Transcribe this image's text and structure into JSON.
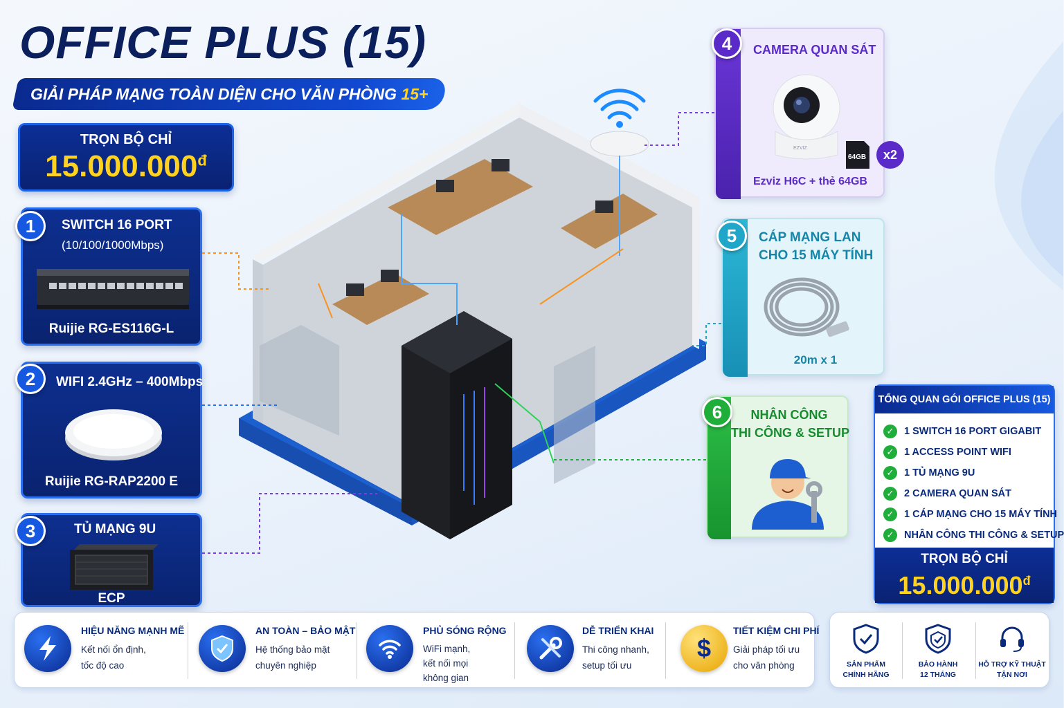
{
  "header": {
    "title": "OFFICE PLUS (15)",
    "subtitle_main": "GIẢI PHÁP MẠNG TOÀN DIỆN CHO VĂN PHÒNG ",
    "subtitle_highlight": "15+"
  },
  "price_box": {
    "label": "TRỌN BỘ CHỈ",
    "price": "15.000.000",
    "currency": "đ"
  },
  "items": [
    {
      "num": "1",
      "title": "SWITCH 16 PORT",
      "subtitle": "(10/100/1000Mbps)",
      "name": "Ruijie RG-ES116G-L"
    },
    {
      "num": "2",
      "title": "WIFI 2.4GHz – 400Mbps",
      "name": "Ruijie RG-RAP2200 E"
    },
    {
      "num": "3",
      "title": "TỦ MẠNG 9U",
      "name": "ECP"
    },
    {
      "num": "4",
      "title": "CAMERA QUAN SÁT",
      "name": "Ezviz H6C + thẻ 64GB",
      "sd_label": "64GB",
      "qty": "x2",
      "brand": "EZVIZ"
    },
    {
      "num": "5",
      "title_line1": "CÁP MẠNG LAN",
      "title_line2": "CHO 15 MÁY TÍNH",
      "name": "20m x 1"
    },
    {
      "num": "6",
      "title_line1": "NHÂN CÔNG",
      "title_line2": "THI CÔNG & SETUP"
    }
  ],
  "summary": {
    "title": "TỔNG QUAN GÓI OFFICE PLUS (15)",
    "list": [
      "1 SWITCH 16 PORT GIGABIT",
      "1 ACCESS POINT WIFI",
      "1 TỦ MẠNG 9U",
      "2 CAMERA QUAN SÁT",
      "1 CÁP MẠNG CHO 15 MÁY TÍNH",
      "NHÂN CÔNG THI CÔNG & SETUP"
    ],
    "price_label": "TRỌN BỘ CHỈ",
    "price": "15.000.000",
    "currency": "đ"
  },
  "benefits": [
    {
      "icon": "lightning-icon",
      "title": "HIỆU NĂNG MẠNH MẼ",
      "desc": "Kết nối ổn định,\ntốc độ cao"
    },
    {
      "icon": "shield-icon",
      "title": "AN TOÀN – BẢO MẬT",
      "desc": "Hệ thống bảo mật\nchuyên nghiệp"
    },
    {
      "icon": "wifi-icon",
      "title": "PHỦ SÓNG RỘNG",
      "desc": "WiFi mạnh,\nkết nối mọi\nkhông gian"
    },
    {
      "icon": "tools-icon",
      "title": "DỄ TRIỂN KHAI",
      "desc": "Thi công nhanh,\nsetup tối ưu"
    },
    {
      "icon": "dollar-icon",
      "title": "TIẾT KIỆM CHI PHÍ",
      "desc": "Giải pháp tối ưu\ncho văn phòng"
    }
  ],
  "assurances": [
    {
      "icon": "shield-check-icon",
      "label": "SẢN PHẨM\nCHÍNH HÃNG"
    },
    {
      "icon": "warranty-shield-icon",
      "label": "BẢO HÀNH\n12 THÁNG"
    },
    {
      "icon": "headset-icon",
      "label": "HỖ TRỢ KỸ THUẬT\nTẬN NƠI"
    }
  ],
  "colors": {
    "navy": "#0a2272",
    "blue": "#1659e0",
    "yellow": "#ffd21f",
    "purple": "#5b2bc9",
    "teal": "#1fa6c8",
    "green": "#1fae3a"
  }
}
